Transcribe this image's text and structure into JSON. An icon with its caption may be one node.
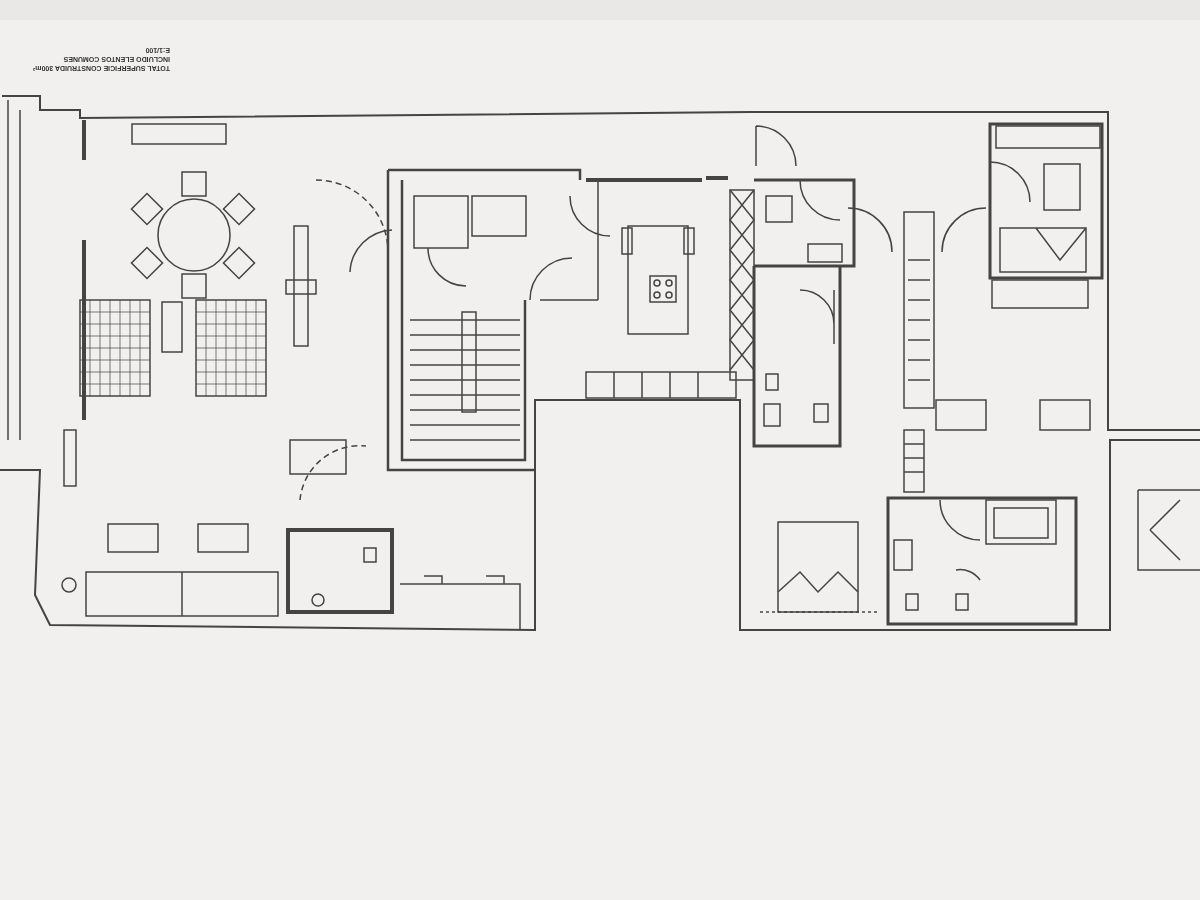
{
  "diagram": {
    "labels": [
      "TOTAL SUPERFICIE CONSTRUIDA 300m²",
      "INCLUIDO ELENTOS COMUNES",
      "E:1/100"
    ]
  }
}
